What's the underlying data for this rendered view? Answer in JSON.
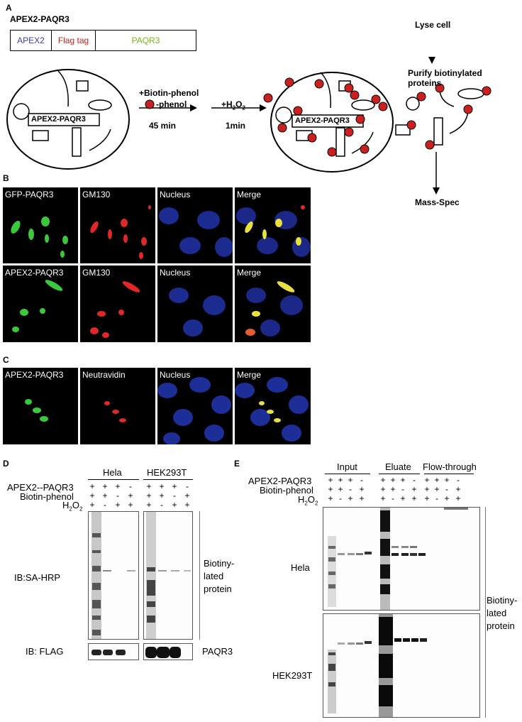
{
  "panel_a": {
    "letter": "A",
    "title": "APEX2-PAQR3",
    "construct": [
      {
        "label": "APEX2",
        "color": "#3b3bb0"
      },
      {
        "label": "Flag tag",
        "color": "#d02020"
      },
      {
        "label": "PAQR3",
        "color": "#7ab317"
      }
    ],
    "cell_label_1": "APEX2-PAQR3",
    "cell_label_2": "APEX2-PAQR3",
    "step1_line1": "+Biotin-phenol",
    "step1_line2": "-phenol",
    "step1_time": "45 min",
    "step2_prefix": "+H",
    "step2_sub": "2",
    "step2_o": "O",
    "step2_sub2": "2",
    "step2_time": "1min",
    "lyse": "Lyse cell",
    "purify_line1": "Purify biotinylated",
    "purify_line2": "proteins",
    "mass_spec": "Mass-Spec"
  },
  "panel_b": {
    "letter": "B",
    "row1": [
      "GFP-PAQR3",
      "GM130",
      "Nucleus",
      "Merge"
    ],
    "row2": [
      "APEX2-PAQR3",
      "GM130",
      "Nucleus",
      "Merge"
    ]
  },
  "panel_c": {
    "letter": "C",
    "row1": [
      "APEX2-PAQR3",
      "Neutravidin",
      "Nucleus",
      "Merge"
    ]
  },
  "panel_d": {
    "letter": "D",
    "groups": [
      "Hela",
      "HEK293T"
    ],
    "rows": [
      {
        "label": "APEX2--PAQR3",
        "signs": [
          "+",
          "+",
          "+",
          "-",
          "+",
          "+",
          "+",
          "-"
        ]
      },
      {
        "label": "Biotin-phenol",
        "signs": [
          "+",
          "+",
          "-",
          "+",
          "+",
          "+",
          "-",
          "+"
        ]
      },
      {
        "label": "H",
        "sub": "2",
        "tail": "O",
        "sub2": "2",
        "signs": [
          "+",
          "-",
          "+",
          "+",
          "+",
          "-",
          "+",
          "+"
        ]
      }
    ],
    "ib_sa": "IB:SA-HRP",
    "ib_flag": "IB: FLAG",
    "right_label_1": "Biotiny-",
    "right_label_2": "lated",
    "right_label_3": "protein",
    "paqr3": "PAQR3"
  },
  "panel_e": {
    "letter": "E",
    "groups": [
      "Input",
      "Eluate",
      "Flow-through"
    ],
    "rows": [
      {
        "label": "APEX2-PAQR3",
        "signs": [
          "+",
          "+",
          "+",
          "-",
          "+",
          "+",
          "+",
          "-",
          "+",
          "+",
          "+",
          "-"
        ]
      },
      {
        "label": "Biotin-phenol",
        "signs": [
          "+",
          "+",
          "-",
          "+",
          "+",
          "+",
          "-",
          "+",
          "+",
          "+",
          "-",
          "+"
        ]
      },
      {
        "label": "H",
        "sub": "2",
        "tail": "O",
        "sub2": "2",
        "signs": [
          "+",
          "-",
          "+",
          "+",
          "+",
          "-",
          "+",
          "+",
          "+",
          "-",
          "+",
          "+"
        ]
      }
    ],
    "cell_1": "Hela",
    "cell_2": "HEK293T",
    "right_label_1": "Biotiny-",
    "right_label_2": "lated",
    "right_label_3": "protein"
  },
  "colors": {
    "probe_red": "#cc1f1f",
    "gfp_green": "#3cc83c",
    "gm130_red": "#e02828",
    "nucleus_blue": "#2233aa",
    "merge_yellow": "#e8e040"
  }
}
